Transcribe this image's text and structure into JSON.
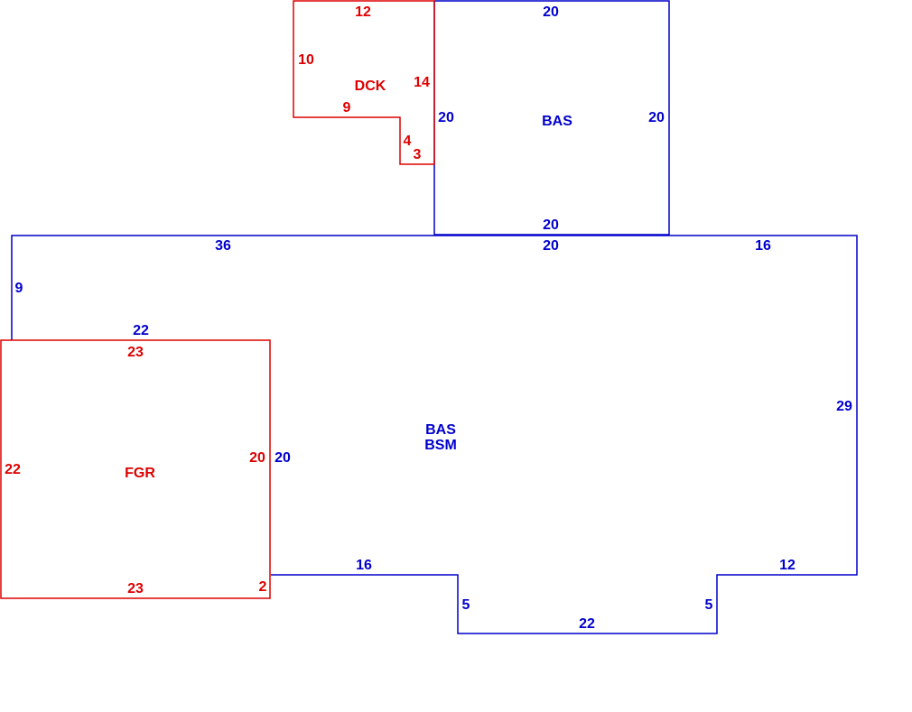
{
  "colors": {
    "main_structure": "#0000cc",
    "attached_structure": "#dd0000"
  },
  "areas": {
    "bas_upper": "BAS",
    "dck": "DCK",
    "main_bas": "BAS",
    "main_bsm": "BSM",
    "fgr": "FGR"
  },
  "dims": {
    "bas_upper_top": "20",
    "bas_upper_left": "20",
    "bas_upper_right": "20",
    "bas_upper_bottom": "20",
    "dck_top": "12",
    "dck_left": "10",
    "dck_right": "14",
    "dck_ledge": "9",
    "dck_step_side": "4",
    "dck_step_bottom": "3",
    "main_top_left": "36",
    "main_top_mid": "20",
    "main_top_right": "16",
    "main_left": "9",
    "main_inner_top": "22",
    "main_inner_right": "20",
    "main_right": "29",
    "main_bottom_left": "16",
    "main_notch_left": "5",
    "main_notch_bottom": "22",
    "main_notch_right": "5",
    "main_bottom_right": "12",
    "fgr_top": "23",
    "fgr_left": "22",
    "fgr_right": "20",
    "fgr_bottom": "23",
    "fgr_jog": "2"
  }
}
